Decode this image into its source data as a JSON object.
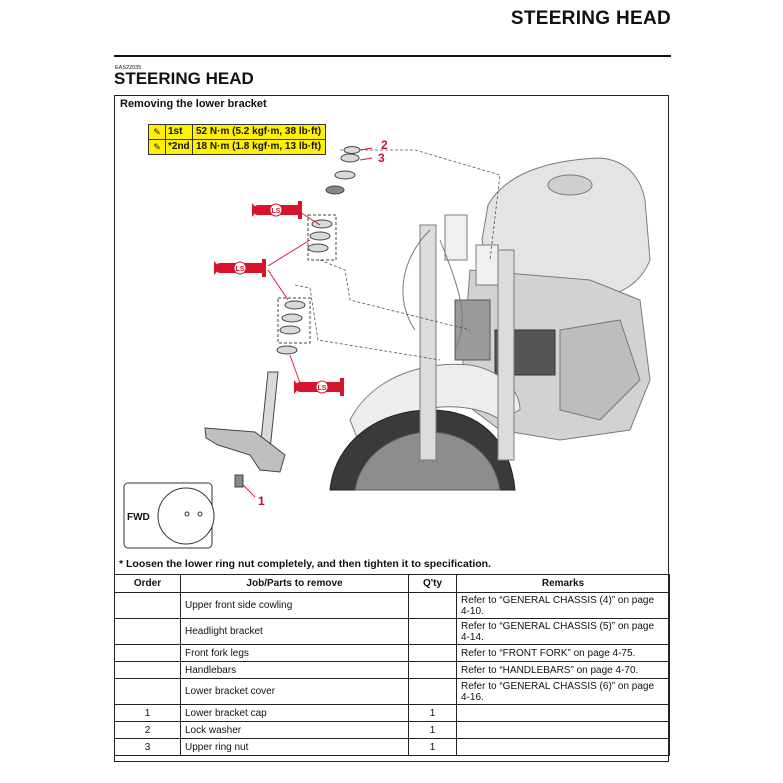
{
  "header": {
    "title": "STEERING HEAD"
  },
  "section": {
    "code": "EAS22035",
    "title": "STEERING HEAD"
  },
  "subsection": {
    "title": "Removing the lower bracket"
  },
  "torque_spec": [
    {
      "step": "1st",
      "value": "52 N·m (5.2 kgf·m, 38 lb·ft)"
    },
    {
      "step": "*2nd",
      "value": "18 N·m (1.8 kgf·m, 13 lb·ft)"
    }
  ],
  "callouts": {
    "one": "1",
    "two": "2",
    "three": "3"
  },
  "fwd": {
    "label": "FWD"
  },
  "grease": {
    "label": "LS"
  },
  "footnote": "* Loosen the lower ring nut completely, and then tighten it to specification.",
  "table": {
    "headers": [
      "Order",
      "Job/Parts to remove",
      "Q'ty",
      "Remarks"
    ],
    "rows": [
      {
        "order": "",
        "job": "Upper front side cowling",
        "qty": "",
        "remarks": "Refer to “GENERAL CHASSIS (4)” on page 4-10."
      },
      {
        "order": "",
        "job": "Headlight bracket",
        "qty": "",
        "remarks": "Refer to “GENERAL CHASSIS (5)” on page 4-14."
      },
      {
        "order": "",
        "job": "Front fork legs",
        "qty": "",
        "remarks": "Refer to “FRONT FORK” on page 4-75."
      },
      {
        "order": "",
        "job": "Handlebars",
        "qty": "",
        "remarks": "Refer to “HANDLEBARS” on page 4-70."
      },
      {
        "order": "",
        "job": "Lower bracket cover",
        "qty": "",
        "remarks": "Refer to “GENERAL CHASSIS (6)” on page 4-16."
      },
      {
        "order": "1",
        "job": "Lower bracket cap",
        "qty": "1",
        "remarks": ""
      },
      {
        "order": "2",
        "job": "Lock washer",
        "qty": "1",
        "remarks": ""
      },
      {
        "order": "3",
        "job": "Upper ring nut",
        "qty": "1",
        "remarks": ""
      }
    ]
  },
  "colors": {
    "callout": "#c8102e",
    "torque_bg": "#fff000",
    "grease_gun": "#d7142b"
  }
}
